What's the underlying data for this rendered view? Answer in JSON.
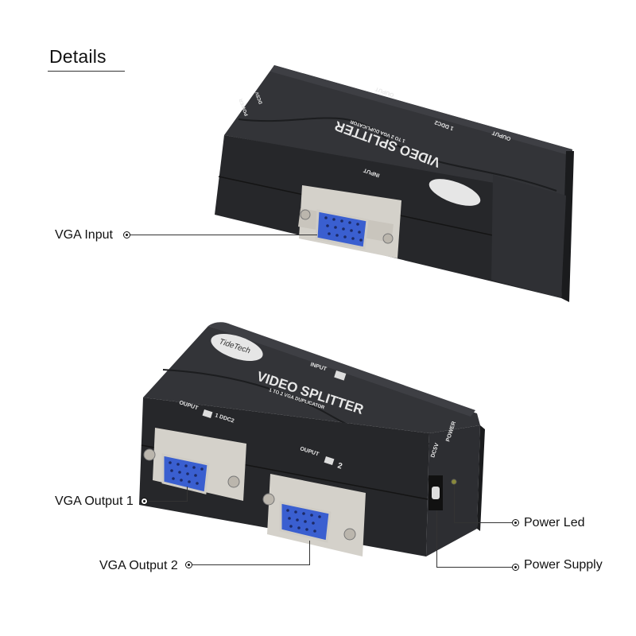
{
  "header": {
    "title": "Details"
  },
  "callouts": {
    "vga_input": "VGA Input",
    "vga_output_1": "VGA Output 1",
    "vga_output_2": "VGA Output 2",
    "power_led": "Power Led",
    "power_supply": "Power Supply"
  },
  "device": {
    "brand": "TideTech",
    "product_name": "VIDEO SPLITTER",
    "subtitle": "1 TO 2 VGA DUPLICATOR",
    "port_labels": {
      "input": "INPUT",
      "output_1": "OUPUT",
      "output_1_suffix": "1 DDC2",
      "output_2": "OUPUT",
      "output_2_suffix": "2",
      "dc5v": "DC5V",
      "power": "POWER"
    },
    "colors": {
      "body": "#2b2c2f",
      "body_light": "#3a3b3f",
      "vga_blue": "#3a5fd0",
      "metal": "#d9d6cf",
      "led": "#8a8a3a"
    }
  }
}
